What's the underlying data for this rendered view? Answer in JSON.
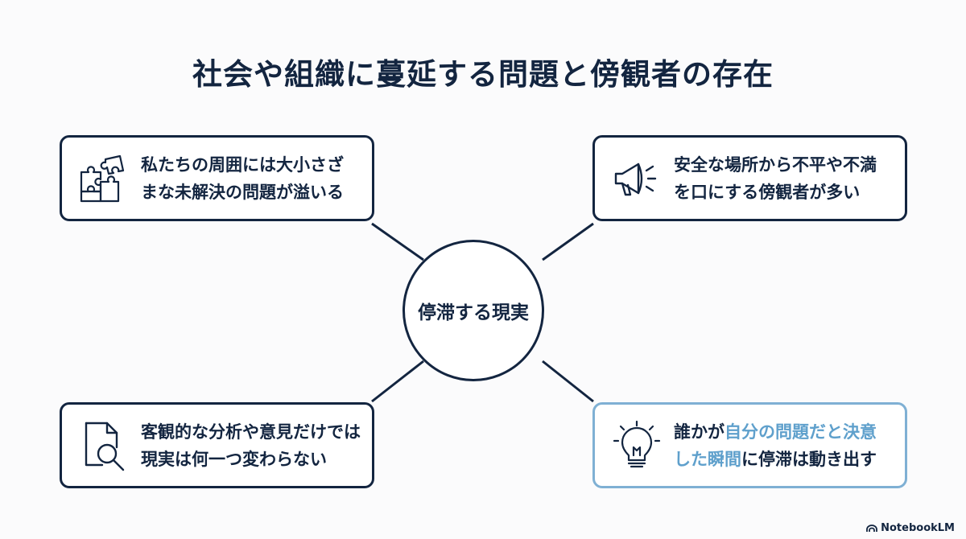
{
  "title": "社会や組織に蔓延する問題と傍観者の存在",
  "center": {
    "label": "停滞する現実"
  },
  "cards": [
    {
      "line1": "私たちの周囲には大小さざ",
      "line2": "まな未解決の問題が溢いる",
      "icon": "puzzle-icon"
    },
    {
      "line1": "安全な場所から不平や不満",
      "line2": "を口にする傍観者が多い",
      "icon": "megaphone-icon"
    },
    {
      "line1": "客観的な分析や意見だけでは",
      "line2": "現実は何一つ変わらない",
      "icon": "document-search-icon"
    },
    {
      "line1_pre": "誰かが",
      "line1_hl": "自分の問題だと決意",
      "line2_hl": "した瞬間",
      "line2_post": "に停滞は動き出す",
      "icon": "lightbulb-icon"
    }
  ],
  "brand": "NotebookLM",
  "colors": {
    "navy": "#132540",
    "highlight": "#5fa0cc",
    "highlight_border": "#7fb0d4"
  }
}
